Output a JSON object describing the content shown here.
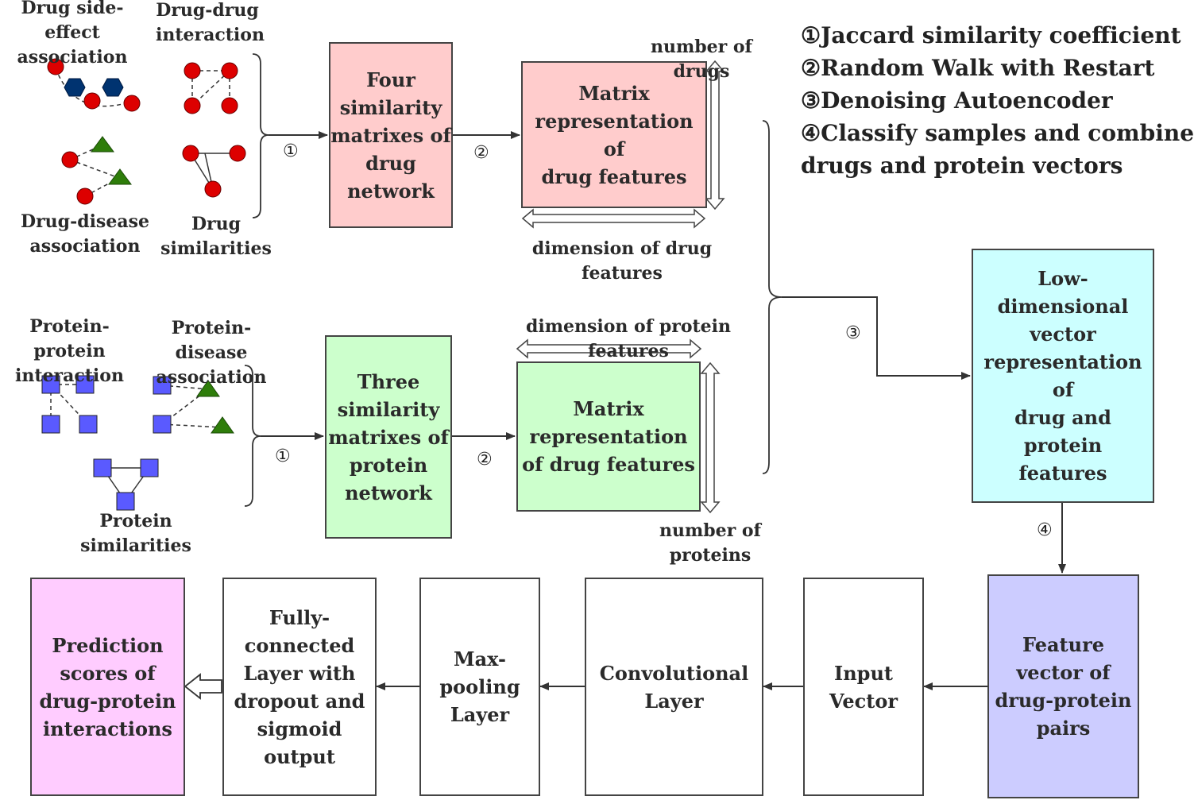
{
  "drug_inputs": {
    "side_effect": "Drug side-effect\nassociation",
    "drug_drug": "Drug-drug\ninteraction",
    "disease": "Drug-disease\nassociation",
    "similarities": "Drug\nsimilarities"
  },
  "protein_inputs": {
    "ppi": "Protein-protein\ninteraction",
    "disease": "Protein-disease\nassociation",
    "similarities": "Protein\nsimilarities"
  },
  "boxes": {
    "drug_sim": "Four\nsimilarity\nmatrixes of\ndrug\nnetwork",
    "drug_matrix": "Matrix\nrepresentation of\ndrug features",
    "protein_sim": "Three\nsimilarity\nmatrixes of\nprotein\nnetwork",
    "protein_matrix": "Matrix\nrepresentation\nof drug features",
    "low_dim": "Low-dimensional\nvector\nrepresentation of\ndrug and protein\nfeatures",
    "feature_vector": "Feature\nvector of\ndrug-protein\npairs",
    "input_vector": "Input\nVector",
    "conv": "Convolutional\nLayer",
    "maxpool": "Max-\npooling\nLayer",
    "fc": "Fully-\nconnected\nLayer with\ndropout and\nsigmoid\noutput",
    "prediction": "Prediction\nscores of\ndrug-protein\ninteractions"
  },
  "dims": {
    "num_drugs": "number of drugs",
    "drug_dim": "dimension of drug features",
    "protein_dim": "dimension of protein features",
    "num_proteins": "number of proteins"
  },
  "steps": {
    "s1": "①",
    "s2": "②",
    "s3": "③",
    "s4": "④"
  },
  "legend": {
    "l1": "①Jaccard similarity coefficient",
    "l2": "②Random Walk with Restart",
    "l3": "③Denoising Autoencoder",
    "l4": "④Classify samples and combine",
    "l5": "drugs and protein vectors"
  },
  "colors": {
    "drug_box": "#ffcccc",
    "protein_box": "#ccffcc",
    "low_dim_box": "#ccffff",
    "feature_box": "#ccccff",
    "prediction_box": "#ffccff",
    "drug_node": "#dd0000",
    "side_effect_node": "#003370",
    "disease_node": "#2e7d0a",
    "protein_node": "#5a5aff"
  }
}
